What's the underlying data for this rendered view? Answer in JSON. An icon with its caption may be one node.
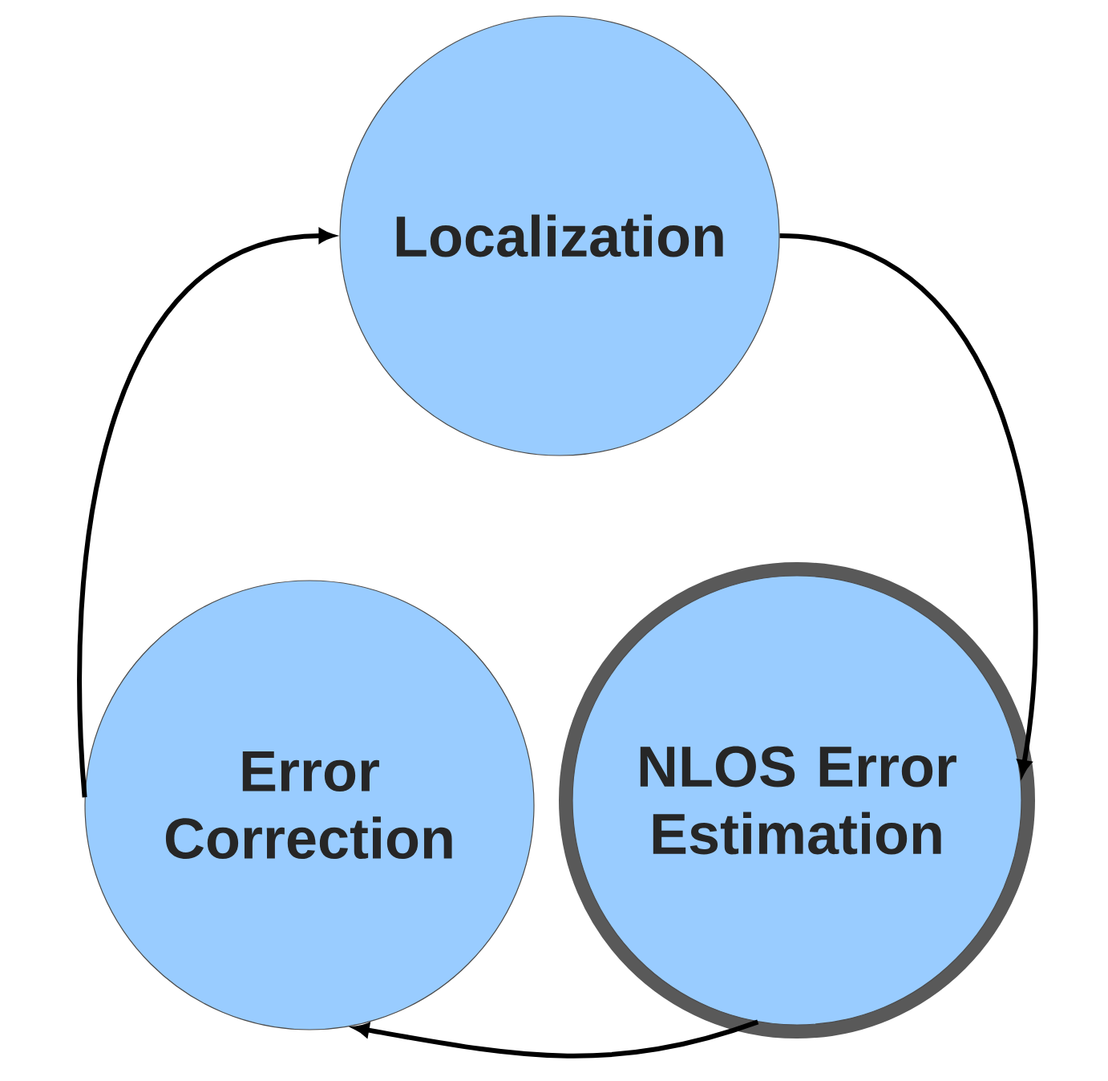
{
  "diagram": {
    "nodes": [
      {
        "text": [
          "Localization"
        ]
      },
      {
        "text": [
          "Error Correction"
        ]
      },
      {
        "text": [
          "NLOS Error Estimation"
        ]
      }
    ],
    "edges": [
      {
        "from": 0,
        "to": 2,
        "arrow": "to"
      },
      {
        "from": 2,
        "to": 1,
        "arrow": "to"
      },
      {
        "from": 1,
        "to": 0,
        "arrow": "to"
      }
    ]
  }
}
